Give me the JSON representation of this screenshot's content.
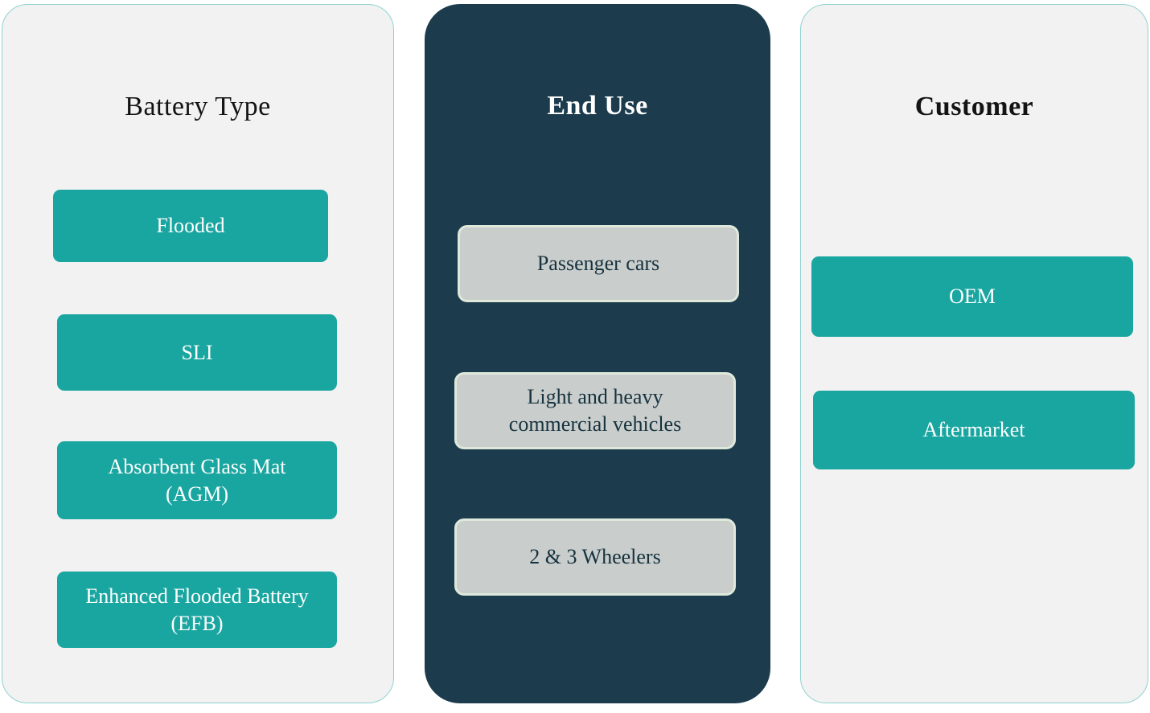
{
  "colors": {
    "accent_teal": "#1AA6A0",
    "panel_dark": "#1C3C4D",
    "panel_light": "#F1F2F1",
    "panel_border": "#8FD3D1",
    "box_gray": "#C9CDCC",
    "box_gray_border": "#DEE9DB"
  },
  "columns": [
    {
      "title": "Battery Type",
      "items": [
        "Flooded",
        "SLI",
        "Absorbent Glass Mat (AGM)",
        "Enhanced Flooded Battery (EFB)"
      ]
    },
    {
      "title": "End Use",
      "items": [
        "Passenger cars",
        "Light and heavy commercial vehicles",
        "2 & 3 Wheelers"
      ]
    },
    {
      "title": "Customer",
      "items": [
        "OEM",
        "Aftermarket"
      ]
    }
  ]
}
